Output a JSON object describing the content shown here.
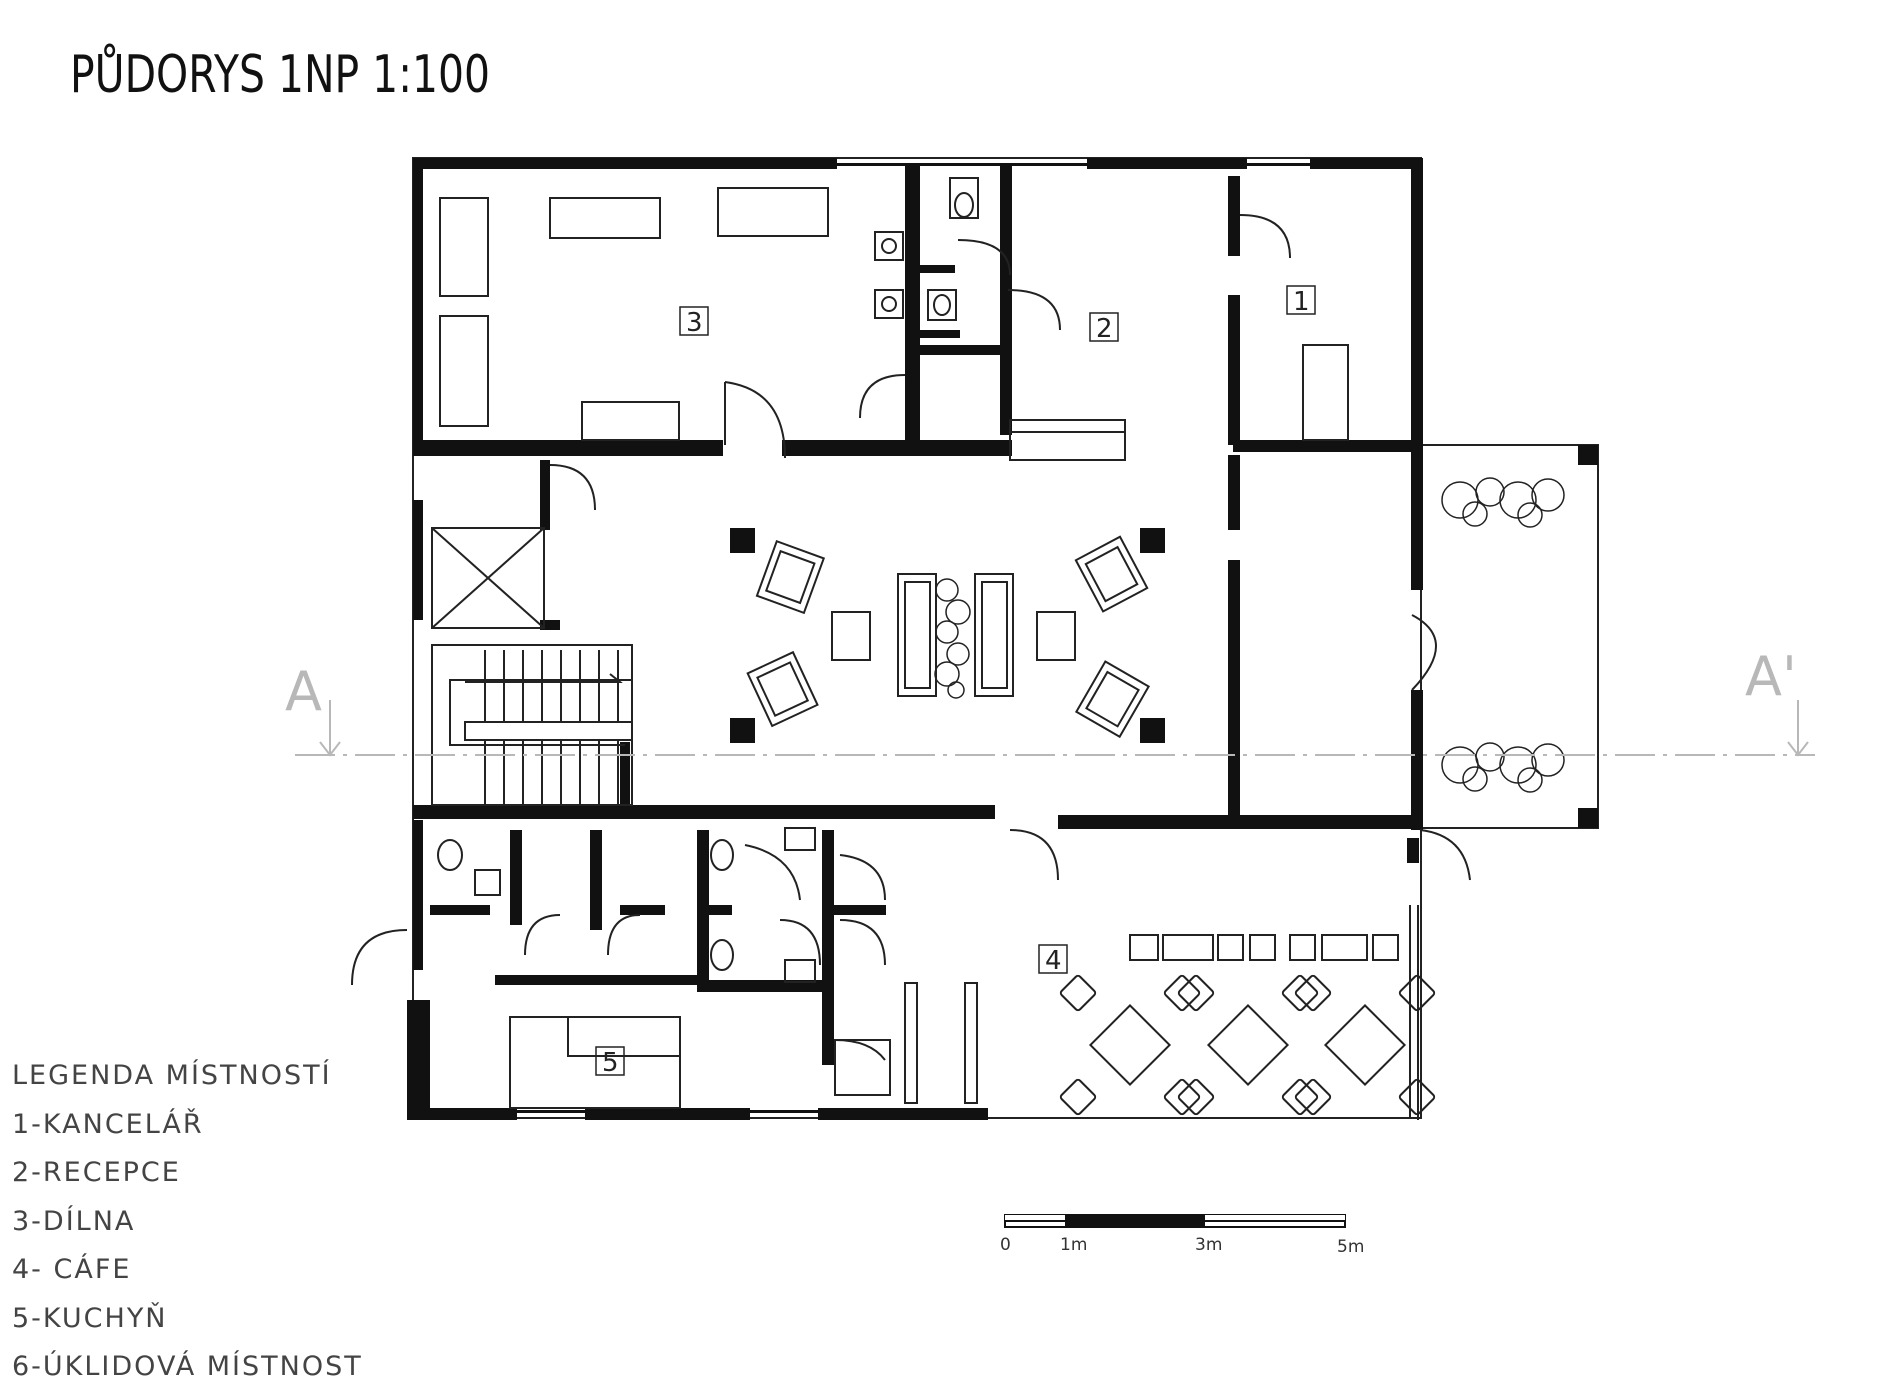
{
  "title": "PŮDORYS 1NP  1:100",
  "legend": {
    "heading": "LEGENDA MÍSTNOSTÍ",
    "items": [
      "1-KANCELÁŘ",
      "2-RECEPCE",
      "3-DÍLNA",
      "4- CÁFE",
      "5-KUCHYŇ",
      "6-ÚKLIDOVÁ MÍSTNOST"
    ]
  },
  "rooms": [
    "1",
    "2",
    "3",
    "4",
    "5"
  ],
  "section": {
    "left": "A",
    "right": "A'"
  },
  "scale": {
    "labels": [
      "0",
      "1m",
      "3m",
      "5m"
    ]
  },
  "colors": {
    "wall": "#111111",
    "line": "#222222",
    "section": "#b8b8b8"
  }
}
